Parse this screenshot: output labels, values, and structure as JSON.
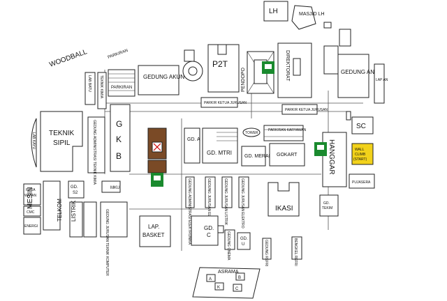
{
  "labels": {
    "lh": "LH",
    "masjid": "MASJID LH",
    "woodball": "WOODBALL",
    "parkiran_top": "PARKIRAN",
    "parkiran_mid": "PARKIRAN",
    "gedung_akuntansi": "GEDUNG AKUNTANSI",
    "p2t": "P2T",
    "pendopo": "PENDOPO",
    "direktorat": "DIREKTORAT",
    "gedung_an": "GEDUNG AN",
    "lap_an": "LAP AN",
    "lab_batu": "LAB BATU",
    "teknik_kimia": "TEKNIK KIMIA",
    "parkir_ketua_1": "PARKIR KETUA JURUSAN",
    "parkir_ketua_2": "PARKIR KETUA JURUSAN",
    "lab_kayu": "LAB KAYU",
    "teknik_sipil": "TEKNIK SIPIL",
    "gedung_admin_kimia": "GEDUNG ADMINISTRASI TEKNIK KIMIA",
    "gkb": "G K B",
    "gd_a": "GD. A",
    "gd_mtri": "GD. MTRI",
    "tower": "TOWER",
    "parkiran_karyawan": "PARKIRAN KARYAWAN",
    "gd_merah": "GD. MERAH",
    "gokart": "GOKART",
    "hanggar": "HANGGAR",
    "sc": "SC",
    "wall_climb": "WALL CLIMB (START)",
    "pujasera": "PUJASERA",
    "perawatan": "PERA WATAN",
    "cmc": "CMC",
    "energi": "ENERGI",
    "mesin": "MESIN",
    "gd_s2": "GD. S2",
    "mku": "MKU",
    "telkom": "TELKOM",
    "listrik": "LISTRIK",
    "gedung_tk": "GEDUNG JURUSAN TEKNIK KOMPUTER",
    "gedung_admin_elektro": "GEDUNG ADMINISTRASI ELEKTRONIKA",
    "gedung_jurusan_elektronika": "GEDUNG JURUSAN ELEKTRONIKA",
    "gedung_jurusan_listrik": "GEDUNG JURUSAN LISTRIK",
    "gedung_jurusan_elektro": "GEDUNG JURUSAN ELEKTRO",
    "ikasi": "IKASI",
    "gd_tekim": "GD. TEKIM",
    "lap_basket": "LAP. BASKET",
    "gd_c": "GD. C",
    "gedung_cnema": "GEDUNG CNEMA",
    "gd_u": "GD. U",
    "gedung_refri": "GEDUNG REFRI",
    "bengkel_refri": "BENGKEL REFRI",
    "asrama": "ASRAMA",
    "asrama_a": "A",
    "asrama_b": "B",
    "asrama_k": "K",
    "asrama_c": "C"
  },
  "colors": {
    "marker_green": "#1a8a2e",
    "wall_climb_yellow": "#f2d21b",
    "brown": "#7a4a26"
  },
  "icons": [
    "checkpoint-marker-icon",
    "checkpoint-marker-icon",
    "checkpoint-marker-icon",
    "target-marker-icon"
  ]
}
